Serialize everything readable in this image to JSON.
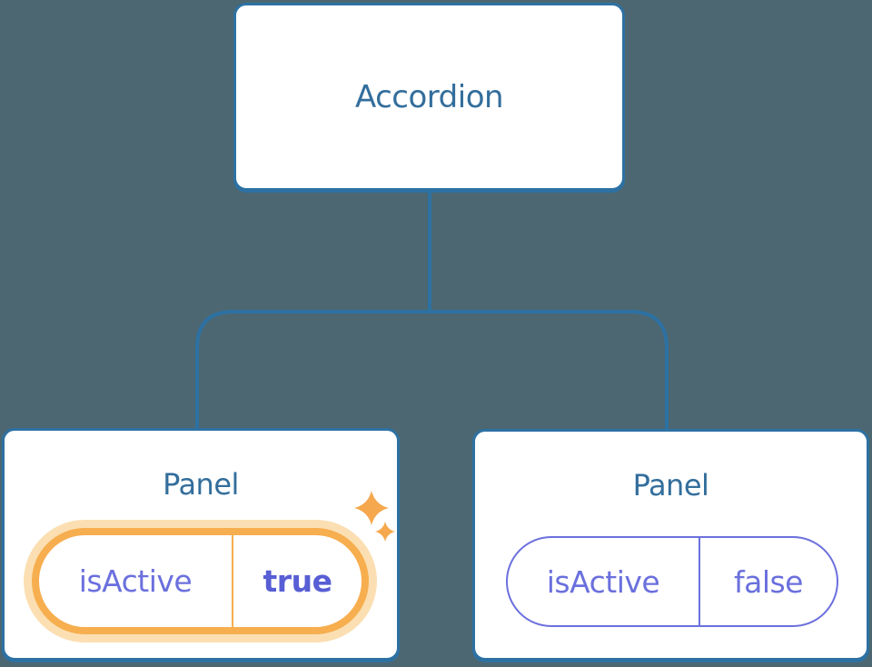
{
  "diagram": {
    "root": {
      "label": "Accordion"
    },
    "panels": [
      {
        "label": "Panel",
        "prop": {
          "name": "isActive",
          "value": "true"
        },
        "highlighted": true,
        "icon": "sparkles-icon"
      },
      {
        "label": "Panel",
        "prop": {
          "name": "isActive",
          "value": "false"
        },
        "highlighted": false
      }
    ]
  },
  "colors": {
    "background": "#4C6771",
    "box_fill": "#FFFFFF",
    "box_border": "#2D71A3",
    "connector": "#2D71A3",
    "title_text": "#336E9C",
    "state_text": "#6B70DD",
    "state_value_active": "#585ED4",
    "pill_border_inactive": "#6B70DD",
    "highlight_orange": "#F6AE4F",
    "highlight_glow": "#FBDFB2",
    "sparkle": "#F5A84D"
  }
}
